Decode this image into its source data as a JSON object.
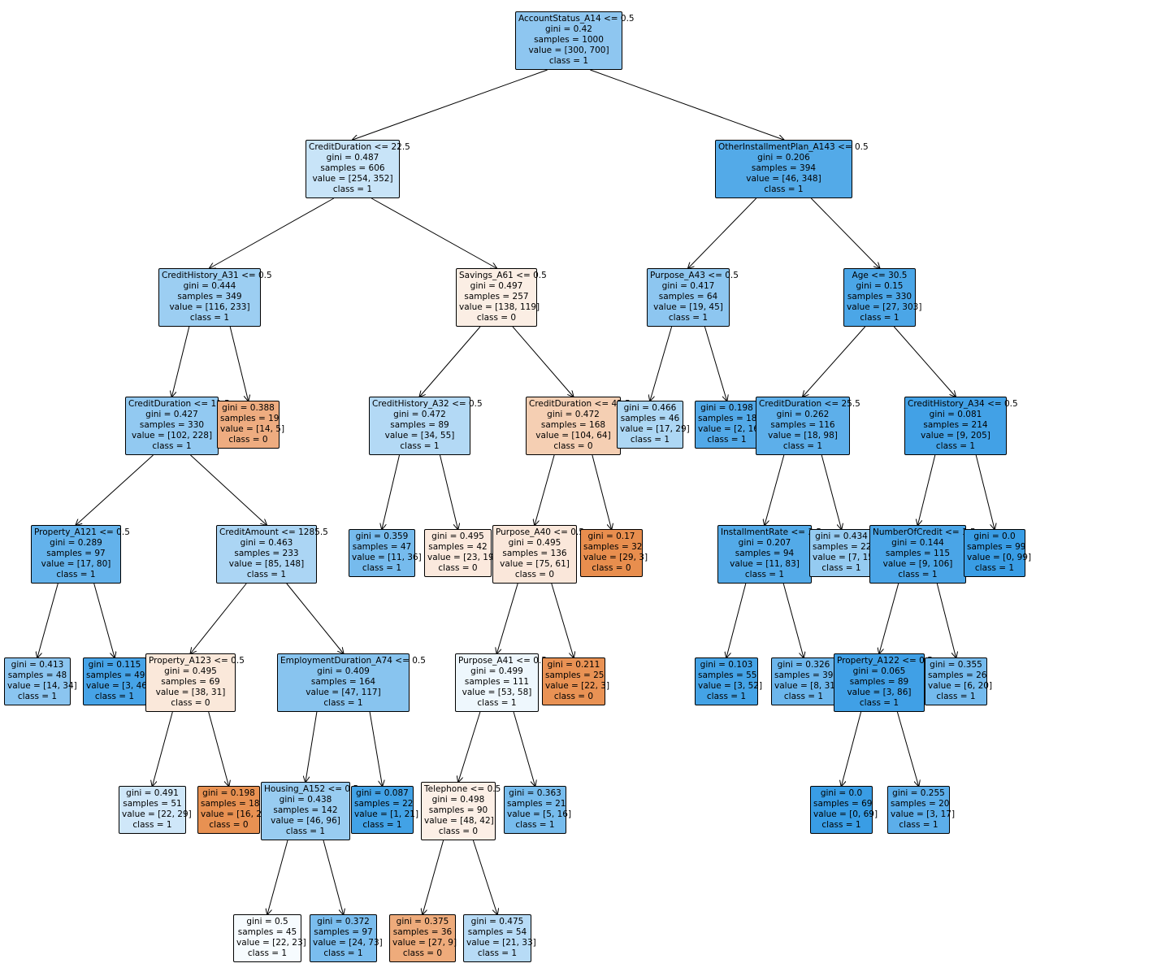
{
  "tree": {
    "nodes": [
      {
        "id": "n0",
        "lines": [
          "AccountStatus_A14 <= 0.5",
          "gini = 0.42",
          "samples = 1000",
          "value = [300, 700]",
          "class = 1"
        ],
        "fill": "#8ec6f0"
      },
      {
        "id": "n1",
        "lines": [
          "CreditDuration <= 22.5",
          "gini = 0.487",
          "samples = 606",
          "value = [254, 352]",
          "class = 1"
        ],
        "fill": "#c8e4f8"
      },
      {
        "id": "n2",
        "lines": [
          "OtherInstallmentPlan_A143 <= 0.5",
          "gini = 0.206",
          "samples = 394",
          "value = [46, 348]",
          "class = 1"
        ],
        "fill": "#53aae8"
      },
      {
        "id": "n3",
        "lines": [
          "CreditHistory_A31 <= 0.5",
          "gini = 0.444",
          "samples = 349",
          "value = [116, 233]",
          "class = 1"
        ],
        "fill": "#9ccef2"
      },
      {
        "id": "n4",
        "lines": [
          "Savings_A61 <= 0.5",
          "gini = 0.497",
          "samples = 257",
          "value = [138, 119]",
          "class = 0"
        ],
        "fill": "#fbeee4"
      },
      {
        "id": "n5",
        "lines": [
          "Purpose_A43 <= 0.5",
          "gini = 0.417",
          "samples = 64",
          "value = [19, 45]",
          "class = 1"
        ],
        "fill": "#8dc6f0"
      },
      {
        "id": "n6",
        "lines": [
          "Age <= 30.5",
          "gini = 0.15",
          "samples = 330",
          "value = [27, 303]",
          "class = 1"
        ],
        "fill": "#4ba6e7"
      },
      {
        "id": "n7",
        "lines": [
          "CreditDuration <= 11.5",
          "gini = 0.427",
          "samples = 330",
          "value = [102, 228]",
          "class = 1"
        ],
        "fill": "#92c9f1"
      },
      {
        "id": "n8",
        "lines": [
          "gini = 0.388",
          "samples = 19",
          "value = [14, 5]",
          "class = 0"
        ],
        "fill": "#eeac80"
      },
      {
        "id": "n9",
        "lines": [
          "CreditHistory_A32 <= 0.5",
          "gini = 0.472",
          "samples = 89",
          "value = [34, 55]",
          "class = 1"
        ],
        "fill": "#b3d9f5"
      },
      {
        "id": "n10",
        "lines": [
          "CreditDuration <= 43.5",
          "gini = 0.472",
          "samples = 168",
          "value = [104, 64]",
          "class = 0"
        ],
        "fill": "#f5cfb3"
      },
      {
        "id": "n11",
        "lines": [
          "gini = 0.466",
          "samples = 46",
          "value = [17, 29]",
          "class = 1"
        ],
        "fill": "#add7f4"
      },
      {
        "id": "n12",
        "lines": [
          "gini = 0.198",
          "samples = 18",
          "value = [2, 16]",
          "class = 1"
        ],
        "fill": "#52a9e8"
      },
      {
        "id": "n13",
        "lines": [
          "CreditDuration <= 25.5",
          "gini = 0.262",
          "samples = 116",
          "value = [18, 98]",
          "class = 1"
        ],
        "fill": "#5dafea"
      },
      {
        "id": "n14",
        "lines": [
          "CreditHistory_A34 <= 0.5",
          "gini = 0.081",
          "samples = 214",
          "value = [9, 205]",
          "class = 1"
        ],
        "fill": "#42a1e6"
      },
      {
        "id": "n15",
        "lines": [
          "Property_A121 <= 0.5",
          "gini = 0.289",
          "samples = 97",
          "value = [17, 80]",
          "class = 1"
        ],
        "fill": "#63b2eb"
      },
      {
        "id": "n16",
        "lines": [
          "CreditAmount <= 1285.5",
          "gini = 0.463",
          "samples = 233",
          "value = [85, 148]",
          "class = 1"
        ],
        "fill": "#abd5f4"
      },
      {
        "id": "n17",
        "lines": [
          "gini = 0.359",
          "samples = 47",
          "value = [11, 36]",
          "class = 1"
        ],
        "fill": "#76bbed"
      },
      {
        "id": "n18",
        "lines": [
          "gini = 0.495",
          "samples = 42",
          "value = [23, 19]",
          "class = 0"
        ],
        "fill": "#fbe9dd"
      },
      {
        "id": "n19",
        "lines": [
          "Purpose_A40 <= 0.5",
          "gini = 0.495",
          "samples = 136",
          "value = [75, 61]",
          "class = 0"
        ],
        "fill": "#fae7da"
      },
      {
        "id": "n20",
        "lines": [
          "gini = 0.17",
          "samples = 32",
          "value = [29, 3]",
          "class = 0"
        ],
        "fill": "#e88e4e"
      },
      {
        "id": "n21",
        "lines": [
          "InstallmentRate <= 3.5",
          "gini = 0.207",
          "samples = 94",
          "value = [11, 83]",
          "class = 1"
        ],
        "fill": "#53aae8"
      },
      {
        "id": "n22",
        "lines": [
          "gini = 0.434",
          "samples = 22",
          "value = [7, 15]",
          "class = 1"
        ],
        "fill": "#95cbf1"
      },
      {
        "id": "n23",
        "lines": [
          "NumberOfCredit <= 1.5",
          "gini = 0.144",
          "samples = 115",
          "value = [9, 106]",
          "class = 1"
        ],
        "fill": "#4aa5e7"
      },
      {
        "id": "n24",
        "lines": [
          "gini = 0.0",
          "samples = 99",
          "value = [0, 99]",
          "class = 1"
        ],
        "fill": "#399de5"
      },
      {
        "id": "n25",
        "lines": [
          "gini = 0.413",
          "samples = 48",
          "value = [14, 34]",
          "class = 1"
        ],
        "fill": "#8bc5f0"
      },
      {
        "id": "n26",
        "lines": [
          "gini = 0.115",
          "samples = 49",
          "value = [3, 46]",
          "class = 1"
        ],
        "fill": "#46a3e7"
      },
      {
        "id": "n27",
        "lines": [
          "Property_A123 <= 0.5",
          "gini = 0.495",
          "samples = 69",
          "value = [38, 31]",
          "class = 0"
        ],
        "fill": "#fae8da"
      },
      {
        "id": "n28",
        "lines": [
          "EmploymentDuration_A74 <= 0.5",
          "gini = 0.409",
          "samples = 164",
          "value = [47, 117]",
          "class = 1"
        ],
        "fill": "#88c4ef"
      },
      {
        "id": "n29",
        "lines": [
          "Purpose_A41 <= 0.5",
          "gini = 0.499",
          "samples = 111",
          "value = [53, 58]",
          "class = 1"
        ],
        "fill": "#eef7fd"
      },
      {
        "id": "n30",
        "lines": [
          "gini = 0.211",
          "samples = 25",
          "value = [22, 3]",
          "class = 0"
        ],
        "fill": "#e99254"
      },
      {
        "id": "n31",
        "lines": [
          "gini = 0.103",
          "samples = 55",
          "value = [3, 52]",
          "class = 1"
        ],
        "fill": "#44a3e6"
      },
      {
        "id": "n32",
        "lines": [
          "gini = 0.326",
          "samples = 39",
          "value = [8, 31]",
          "class = 1"
        ],
        "fill": "#6cb6ec"
      },
      {
        "id": "n33",
        "lines": [
          "Property_A122 <= 0.5",
          "gini = 0.065",
          "samples = 89",
          "value = [3, 86]",
          "class = 1"
        ],
        "fill": "#40a0e6"
      },
      {
        "id": "n34",
        "lines": [
          "gini = 0.355",
          "samples = 26",
          "value = [6, 20]",
          "class = 1"
        ],
        "fill": "#74baed"
      },
      {
        "id": "n35",
        "lines": [
          "gini = 0.491",
          "samples = 51",
          "value = [22, 29]",
          "class = 1"
        ],
        "fill": "#cfe7f9"
      },
      {
        "id": "n36",
        "lines": [
          "gini = 0.198",
          "samples = 18",
          "value = [16, 2]",
          "class = 0"
        ],
        "fill": "#e89152"
      },
      {
        "id": "n37",
        "lines": [
          "Housing_A152 <= 0.5",
          "gini = 0.438",
          "samples = 142",
          "value = [46, 96]",
          "class = 1"
        ],
        "fill": "#98ccf1"
      },
      {
        "id": "n38",
        "lines": [
          "gini = 0.087",
          "samples = 22",
          "value = [1, 21]",
          "class = 1"
        ],
        "fill": "#42a2e6"
      },
      {
        "id": "n39",
        "lines": [
          "Telephone <= 0.5",
          "gini = 0.498",
          "samples = 90",
          "value = [48, 42]",
          "class = 0"
        ],
        "fill": "#fcefe6"
      },
      {
        "id": "n40",
        "lines": [
          "gini = 0.363",
          "samples = 21",
          "value = [5, 16]",
          "class = 1"
        ],
        "fill": "#77bced"
      },
      {
        "id": "n41",
        "lines": [
          "gini = 0.0",
          "samples = 69",
          "value = [0, 69]",
          "class = 1"
        ],
        "fill": "#399de5"
      },
      {
        "id": "n42",
        "lines": [
          "gini = 0.255",
          "samples = 20",
          "value = [3, 17]",
          "class = 1"
        ],
        "fill": "#5caeea"
      },
      {
        "id": "n43",
        "lines": [
          "gini = 0.5",
          "samples = 45",
          "value = [22, 23]",
          "class = 1"
        ],
        "fill": "#f6fbfe"
      },
      {
        "id": "n44",
        "lines": [
          "gini = 0.372",
          "samples = 97",
          "value = [24, 73]",
          "class = 1"
        ],
        "fill": "#7abdee"
      },
      {
        "id": "n45",
        "lines": [
          "gini = 0.375",
          "samples = 36",
          "value = [27, 9]",
          "class = 0"
        ],
        "fill": "#eeab7b"
      },
      {
        "id": "n46",
        "lines": [
          "gini = 0.475",
          "samples = 54",
          "value = [21, 33]",
          "class = 1"
        ],
        "fill": "#b7dbf6"
      }
    ],
    "edges": [
      [
        "n0",
        "n1"
      ],
      [
        "n0",
        "n2"
      ],
      [
        "n1",
        "n3"
      ],
      [
        "n1",
        "n4"
      ],
      [
        "n2",
        "n5"
      ],
      [
        "n2",
        "n6"
      ],
      [
        "n3",
        "n7"
      ],
      [
        "n3",
        "n8"
      ],
      [
        "n4",
        "n9"
      ],
      [
        "n4",
        "n10"
      ],
      [
        "n5",
        "n11"
      ],
      [
        "n5",
        "n12"
      ],
      [
        "n6",
        "n13"
      ],
      [
        "n6",
        "n14"
      ],
      [
        "n7",
        "n15"
      ],
      [
        "n7",
        "n16"
      ],
      [
        "n9",
        "n17"
      ],
      [
        "n9",
        "n18"
      ],
      [
        "n10",
        "n19"
      ],
      [
        "n10",
        "n20"
      ],
      [
        "n13",
        "n21"
      ],
      [
        "n13",
        "n22"
      ],
      [
        "n14",
        "n23"
      ],
      [
        "n14",
        "n24"
      ],
      [
        "n15",
        "n25"
      ],
      [
        "n15",
        "n26"
      ],
      [
        "n16",
        "n27"
      ],
      [
        "n16",
        "n28"
      ],
      [
        "n19",
        "n29"
      ],
      [
        "n19",
        "n30"
      ],
      [
        "n21",
        "n31"
      ],
      [
        "n21",
        "n32"
      ],
      [
        "n23",
        "n33"
      ],
      [
        "n23",
        "n34"
      ],
      [
        "n27",
        "n35"
      ],
      [
        "n27",
        "n36"
      ],
      [
        "n28",
        "n37"
      ],
      [
        "n28",
        "n38"
      ],
      [
        "n29",
        "n39"
      ],
      [
        "n29",
        "n40"
      ],
      [
        "n33",
        "n41"
      ],
      [
        "n33",
        "n42"
      ],
      [
        "n37",
        "n43"
      ],
      [
        "n37",
        "n44"
      ],
      [
        "n39",
        "n45"
      ],
      [
        "n39",
        "n46"
      ]
    ]
  }
}
